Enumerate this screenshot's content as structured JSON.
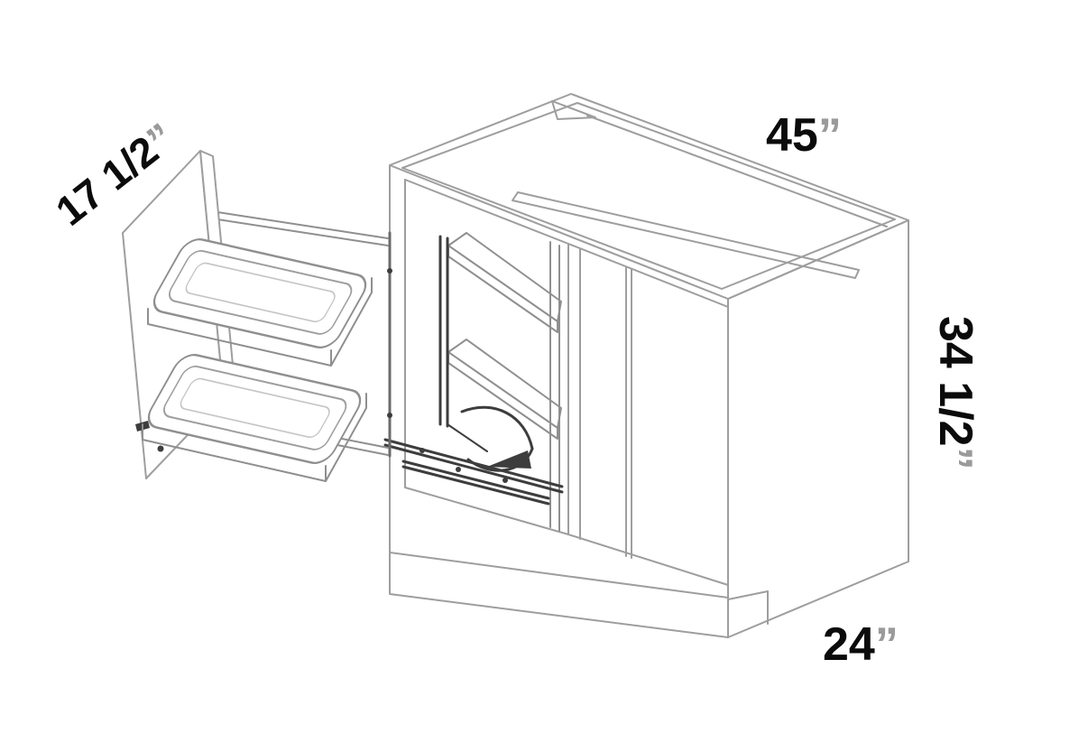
{
  "diagram": {
    "colors": {
      "background": "#ffffff",
      "cabinet_line": "#9e9e9e",
      "detail_line": "#8f8f8f",
      "light_line": "#c6c6c6",
      "hardware": "#3d3d3d",
      "label": "#0b0b0b",
      "unit_mark": "#9a9a9a"
    },
    "dimensions": {
      "width": {
        "value": "45",
        "unit": "”"
      },
      "height": {
        "value": "34 1/2",
        "unit": "”"
      },
      "depth": {
        "value": "24",
        "unit": "”"
      },
      "door": {
        "value": "17 1/2",
        "unit": "”"
      }
    }
  }
}
